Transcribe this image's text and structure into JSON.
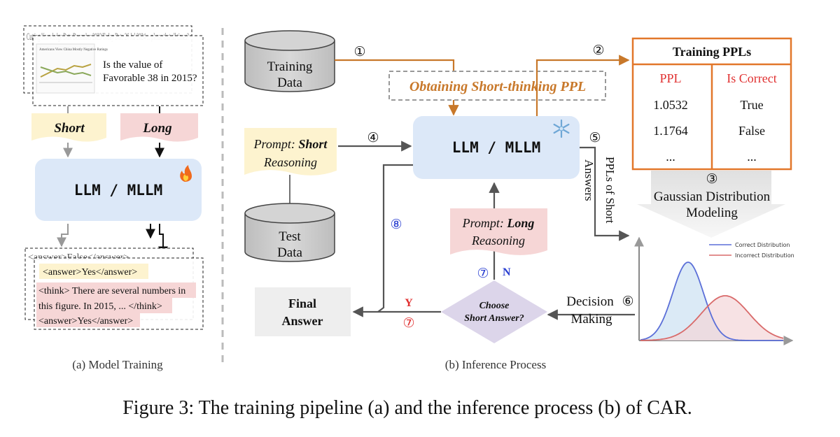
{
  "panel_a": {
    "doc_back_text": "Cutting Knowledge Date December 2023 Today Date 26 Jul 2024 ... please that all times?",
    "chart_thumb_title": "Americans View China Mostly Negative Ratings",
    "question": [
      "Is the value of",
      "Favorable 38 in 2015?"
    ],
    "short_label": "Short",
    "long_label": "Long",
    "model_label": "LLM / MLLM",
    "fire_icon": "fire-icon",
    "answer_back_text": "<answer>False</answer>",
    "answer_short": "<answer>Yes</answer>",
    "answer_long": [
      "<think> There are several numbers in",
      "this figure. In 2015, ... </think>",
      "<answer>Yes</answer>"
    ],
    "caption": "(a) Model Training"
  },
  "panel_b": {
    "training_data": [
      "Training",
      "Data"
    ],
    "test_data": [
      "Test",
      "Data"
    ],
    "obtaining_label": "Obtaining Short-thinking PPL",
    "model_label": "LLM / MLLM",
    "snowflake_icon": "snowflake-icon",
    "prompt_short_prefix": "Prompt: ",
    "prompt_short_bold": "Short",
    "prompt_short_line2": "Reasoning",
    "prompt_long_prefix": "Prompt: ",
    "prompt_long_bold": "Long",
    "prompt_long_line2": "Reasoning",
    "ppl_table": {
      "title": "Training PPLs",
      "headers": [
        "PPL",
        "Is Correct"
      ],
      "rows": [
        [
          "1.0532",
          "True"
        ],
        [
          "1.1764",
          "False"
        ],
        [
          "...",
          "..."
        ]
      ]
    },
    "ppls_short_answers": [
      "PPLs of Short",
      "Answers"
    ],
    "gaussian_label": [
      "Gaussian Distribution",
      "Modeling"
    ],
    "legend": [
      "Correct Distribution",
      "Incorrect Distribution"
    ],
    "decision_label": [
      "Decision",
      "Making"
    ],
    "decision_question": [
      "Choose",
      "Short Answer?"
    ],
    "yes_label": "Y",
    "no_label": "N",
    "final_answer": [
      "Final",
      "Answer"
    ],
    "step_numbers": [
      "①",
      "②",
      "③",
      "④",
      "⑤",
      "⑥",
      "⑦",
      "⑦",
      "⑧"
    ],
    "caption": "(b) Inference Process"
  },
  "figure_caption": "Figure 3: The training pipeline (a) and the inference process (b) of CAR.",
  "colors": {
    "orange": "#c8782a",
    "model_box": "#dce8f8",
    "short_fill": "#fdf3cf",
    "long_fill": "#f6d6d6",
    "red_text": "#e03030",
    "blue_text": "#2a3fd1",
    "table_border": "#e2772a",
    "correct_curve": "#5b6fd8",
    "incorrect_curve": "#d96a6a"
  }
}
